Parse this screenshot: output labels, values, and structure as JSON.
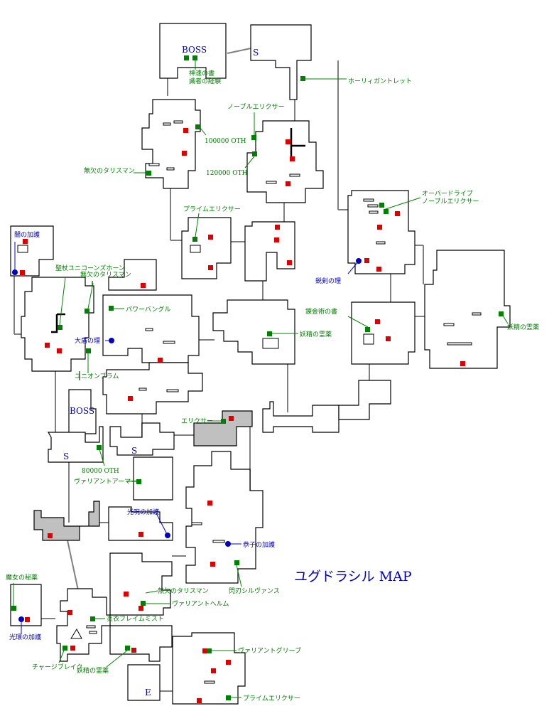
{
  "title": "ユグドラシル MAP",
  "colors": {
    "red": "#dd0000",
    "green": "#008000",
    "blue": "#0000c0",
    "grey": "#c0c0c0"
  },
  "markers": {
    "boss_top": "BOSS",
    "boss_mid": "BOSS",
    "s_top": "S",
    "s_left": "S",
    "s_mid": "S",
    "exit": "E"
  },
  "labels": {
    "l1": "神速の書",
    "l2": "識者の経験",
    "l3": "ホーリィガントレット",
    "l4": "ノーブルエリクサー",
    "l5": "100000 OTH",
    "l6": "120000 OTH",
    "l7": "無欠のタリスマン",
    "l8": "オーバードライブ",
    "l9": "ノーブルエリクサー",
    "l10": "プライムエリクサー",
    "l11": "闇の加護",
    "l12": "聖杖ユニコーンズホーン",
    "l13": "無欠のタリスマン",
    "l14": "パワーバングル",
    "l15": "鋭剣の理",
    "l16": "錬金術の書",
    "l17": "妖精の霊薬",
    "l18": "妖精の霊薬",
    "l19": "大盾の理",
    "l20": "ユニオンブラム",
    "l21": "エリクサー",
    "l22": "80000 OTH",
    "l23": "ヴァリアントアーマー",
    "l24": "光呪の加護",
    "l25": "恭子の加護",
    "l26": "魔女の秘薬",
    "l27": "無欠のタリスマン",
    "l28": "閃刃シルヴァンス",
    "l29": "ヴァリアントヘルム",
    "l30": "炎衣フレイムミスト",
    "l31": "光環の加護",
    "l32": "チャージブレイク",
    "l33": "妖精の霊薬",
    "l34": "ヴァリアントグリーブ",
    "l35": "プライムエリクサー"
  }
}
